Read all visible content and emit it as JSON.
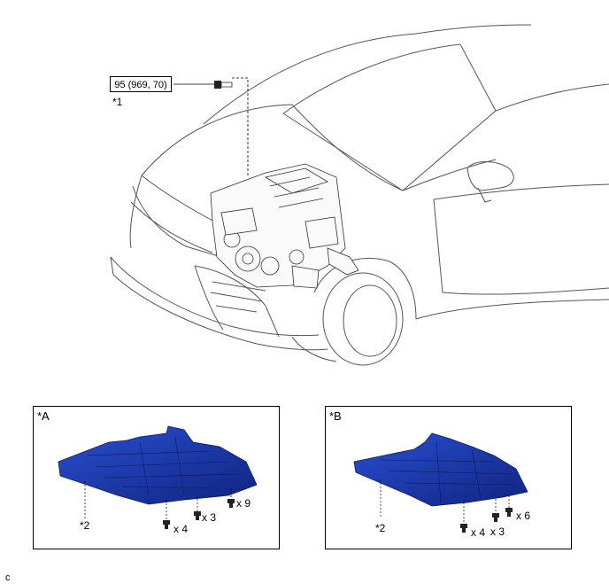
{
  "torque_spec": "95 (969, 70)",
  "callouts": {
    "bolt_ref": "*1",
    "cover_ref_a": "*2",
    "cover_ref_b": "*2"
  },
  "panel_a": {
    "label": "*A",
    "fastener_counts": [
      "x 9",
      "x 3",
      "x 4"
    ]
  },
  "panel_b": {
    "label": "*B",
    "fastener_counts": [
      "x 6",
      "x 3",
      "x 4"
    ]
  },
  "corner_mark": "c",
  "colors": {
    "cover_blue": "#1f3fb0",
    "cover_dark": "#0d1f6e",
    "line": "#444444"
  }
}
